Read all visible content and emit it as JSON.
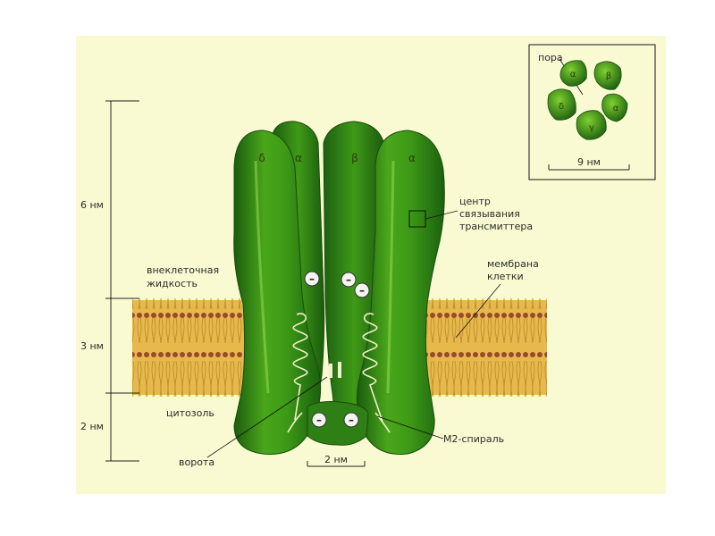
{
  "scale": {
    "six_nm": "6 нм",
    "three_nm": "3 нм",
    "two_nm": "2 нм"
  },
  "labels": {
    "extracellular": [
      "внеклеточная",
      "жидкость"
    ],
    "cytosol": "цитозоль",
    "gate": "ворота",
    "bottom_scale": "2 нм",
    "m2_helix": "М2-спираль",
    "membrane": [
      "мембрана",
      "клетки"
    ],
    "binding_site": [
      "центр",
      "связывания",
      "трансмиттера"
    ]
  },
  "subunits": {
    "delta": "δ",
    "alpha_left": "α",
    "beta": "β",
    "alpha_right": "α"
  },
  "inset": {
    "pore_label": "пора",
    "scale_label": "9 нм",
    "subunits": [
      {
        "id": "alpha-top",
        "letter": "α"
      },
      {
        "id": "beta",
        "letter": "β"
      },
      {
        "id": "alpha-right",
        "letter": "α"
      },
      {
        "id": "gamma",
        "letter": "γ"
      },
      {
        "id": "delta",
        "letter": "δ"
      }
    ]
  },
  "charges": [
    "–",
    "–",
    "–",
    "–",
    "–"
  ],
  "colors": {
    "panel_bg": "#fafad2",
    "protein_dark": "#1f6612",
    "protein_light": "#5fb51f",
    "lipid_head": "#9a4a2c",
    "lipid_tail": "#e0b448"
  }
}
